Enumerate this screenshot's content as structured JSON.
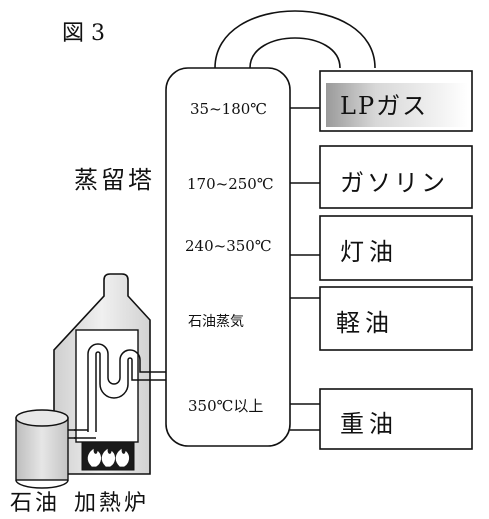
{
  "figure_label": "図 3",
  "tower_label": "蒸留塔",
  "temperatures": [
    {
      "text": "35~180℃"
    },
    {
      "text": "170~250℃"
    },
    {
      "text": "240~350℃"
    },
    {
      "text": "石油蒸気"
    },
    {
      "text": "350℃以上"
    }
  ],
  "products": [
    {
      "text": "LPガス"
    },
    {
      "text": "ガソリン"
    },
    {
      "text": "灯油"
    },
    {
      "text": "軽油"
    },
    {
      "text": "重油"
    }
  ],
  "bottom_labels": {
    "oil": "石油",
    "furnace": "加熱炉"
  }
}
